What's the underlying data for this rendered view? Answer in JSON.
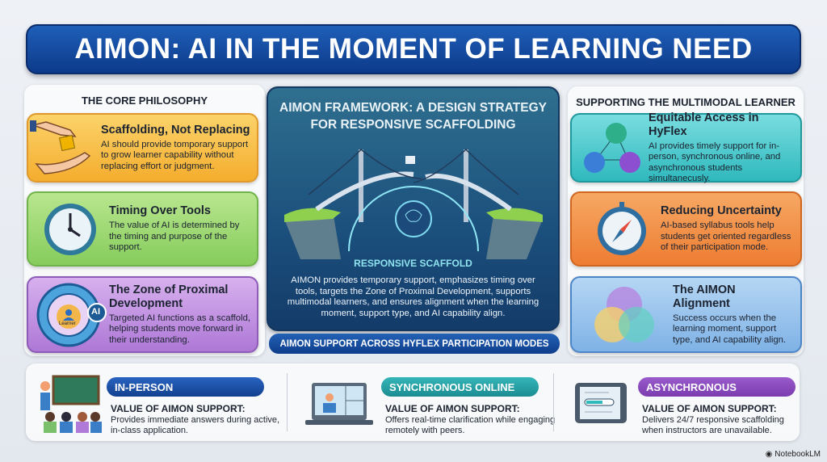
{
  "title": "AIMON: AI IN THE MOMENT OF LEARNING NEED",
  "left": {
    "heading": "THE CORE PHILOSOPHY",
    "cards": [
      {
        "title": "Scaffolding, Not Replacing",
        "desc": "AI should provide tomporary support to grow learner capability without replacing effort or judgment.",
        "icon": "hands-giving-block-icon",
        "color": "#f7b733"
      },
      {
        "title": "Timing Over Tools",
        "desc": "The value of AI is determined by the timing and purpose of the support.",
        "icon": "clock-icon",
        "color": "#8fd16a"
      },
      {
        "title": "The Zone of Proximal Development",
        "desc": "Targeted AI functions as a scaffold, helping students move forward in their understanding.",
        "icon": "zpd-circles-icon",
        "color": "#b07ad8",
        "badge": "AI",
        "inner": "Learner"
      }
    ]
  },
  "center": {
    "title": "AIMON FRAMEWORK: A DESIGN STRATEGY FOR RESPONSIVE SCAFFOLDING",
    "label": "RESPONSIVE SCAFFOLD",
    "desc": "AIMON provides temporary support, emphasizes timing over tools, targets the Zone of Proximal Development, supports multimodal learners, and ensures alignment when the learning moment, support type, and AI capability align.",
    "illustration": "bridge-brain-icon",
    "modes_label": "AIMON SUPPORT ACROSS HYFLEX PARTICIPATION MODES"
  },
  "right": {
    "heading": "SUPPORTING THE MULTIMODAL LEARNER",
    "cards": [
      {
        "title": "Equitable Access in HyFlex",
        "desc": "AI provides timely support for in-person, synchronous online, and asynchronous students simultanecusly.",
        "icon": "connected-spheres-icon",
        "color": "#3cc6c8"
      },
      {
        "title": "Reducing Uncertainty",
        "desc": "AI-based syllabus tools help students get oriented regardless of their participation mode.",
        "icon": "compass-icon",
        "color": "#f08a3e"
      },
      {
        "title": "The AIMON Alignment",
        "desc": "Success occurs when the learning moment, support type, and AI capability align.",
        "icon": "venn-diagram-icon",
        "color": "#7bb4e8"
      }
    ]
  },
  "modes": [
    {
      "label": "IN-PERSON",
      "value_heading": "VALUE OF AIMON SUPPORT:",
      "desc": "Provides immediate answers during active, in-class application.",
      "icon": "classroom-icon",
      "color": "#1a4fa6"
    },
    {
      "label": "SYNCHRONOUS ONLINE",
      "value_heading": "VALUE OF AIMON SUPPORT:",
      "desc": "Offers real-time clarification while engaging remotely with peers.",
      "icon": "laptop-video-call-icon",
      "color": "#1f9aa0"
    },
    {
      "label": "ASYNCHRONOUS",
      "value_heading": "VALUE OF AIMON SUPPORT:",
      "desc": "Delivers 24/7 responsive scaffolding when instructors are unavailable.",
      "icon": "tablet-icon",
      "color": "#8a4bbd"
    }
  ],
  "brand": "NotebookLM"
}
